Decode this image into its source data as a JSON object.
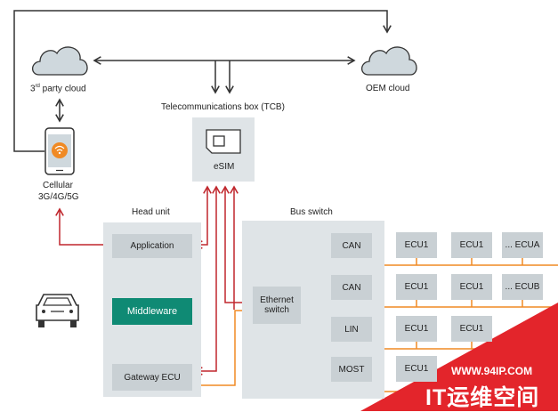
{
  "nodes": {
    "third_party_cloud": "3rd party cloud",
    "third_party_cloud_base": "3",
    "third_party_cloud_sup": "rd",
    "third_party_cloud_rest": " party cloud",
    "oem_cloud": "OEM cloud",
    "tcb_title": "Telecommunications box (TCB)",
    "esim": "eSIM",
    "cellular": "Cellular",
    "cellular_gen": "3G/4G/5G",
    "head_unit_title": "Head unit",
    "application": "Application",
    "middleware": "Middleware",
    "gateway_ecu": "Gateway ECU",
    "bus_switch_title": "Bus switch",
    "ethernet_switch_line1": "Ethernet",
    "ethernet_switch_line2": "switch"
  },
  "buses": [
    {
      "name": "CAN",
      "ecus": [
        "ECU1",
        "ECU1",
        "... ECUA"
      ]
    },
    {
      "name": "CAN",
      "ecus": [
        "ECU1",
        "ECU1",
        "... ECUB"
      ]
    },
    {
      "name": "LIN",
      "ecus": [
        "ECU1",
        "ECU1",
        ""
      ]
    },
    {
      "name": "MOST",
      "ecus": [
        "ECU1",
        "",
        ""
      ]
    }
  ],
  "watermark": {
    "url": "WWW.94IP.COM",
    "text": "IT运维空间"
  },
  "colors": {
    "red_link": "#c0272d",
    "orange_link": "#f08a24",
    "teal_middleware": "#0f8a74",
    "panel": "#dfe4e7",
    "box": "#c9d0d4",
    "line_dark": "#333333",
    "watermark_red": "#e3252b"
  }
}
